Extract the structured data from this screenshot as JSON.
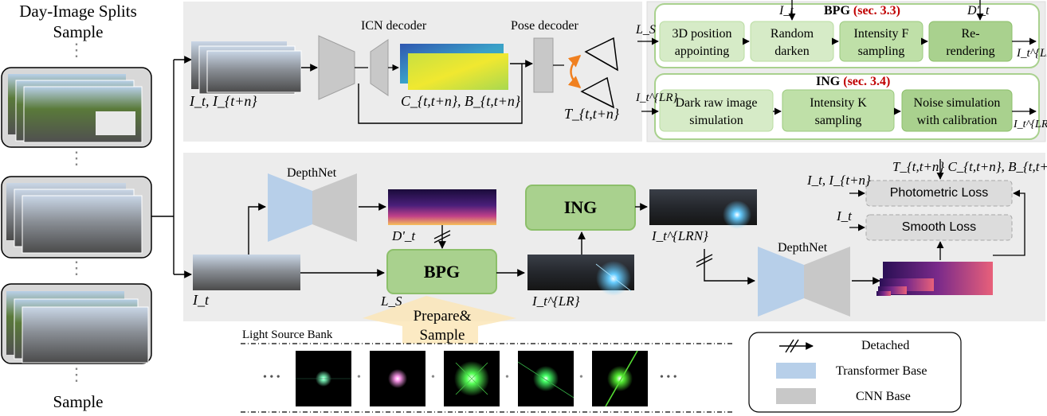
{
  "colors": {
    "panel_bg": "#ececec",
    "green_fill": "#d6ebc7",
    "green_fill_dark": "#a9d18e",
    "green_stroke": "#9bca7e",
    "transformer_blue": "#b7cfe9",
    "cnn_gray": "#c8c8c8",
    "loss_box": "#dcdcdc",
    "section_ref_red": "#c00000",
    "arrow_orange": "#f08020"
  },
  "left_column": {
    "title_line1": "Day-Image Splits",
    "title_line2": "Sample",
    "footer": "Sample",
    "ellipsis": "⋮"
  },
  "top_left": {
    "icn_decoder_label": "ICN decoder",
    "pose_decoder_label": "Pose decoder",
    "input_label": "I_t, I_{t+n}",
    "cb_label": "C_{t,t+n}, B_{t,t+n}",
    "pose_label": "T_{t,t+n}"
  },
  "bpg_panel": {
    "title": "BPG",
    "ref": "(sec. 3.3)",
    "in_label": "L_S",
    "top_input_1": "I_t",
    "top_input_2": "D'_t",
    "out_label": "I_t^{LR}",
    "steps": [
      {
        "line1": "3D position",
        "line2": "appointing"
      },
      {
        "line1": "Random",
        "line2": "darken"
      },
      {
        "line1": "Intensity F",
        "line2": "sampling"
      },
      {
        "line1": "Re-",
        "line2": "rendering"
      }
    ]
  },
  "ing_panel": {
    "title": "ING",
    "ref": "(sec. 3.4)",
    "in_label": "I_t^{LR}",
    "out_label": "I_t^{LRN}",
    "steps": [
      {
        "line1": "Dark raw image",
        "line2": "simulation"
      },
      {
        "line1": "Intensity K",
        "line2": "sampling"
      },
      {
        "line1": "Noise simulation",
        "line2": "with calibration"
      }
    ]
  },
  "main": {
    "depthnet_top": "DepthNet",
    "depthnet_right": "DepthNet",
    "depth_label": "D'_t",
    "bpg_block": "BPG",
    "ing_block": "ING",
    "input_label": "I_t",
    "ls_label": "L_S",
    "lr_label": "I_t^{LR}",
    "lrn_label": "I_t^{LRN}",
    "loss_inputs": "T_{t,t+n} C_{t,t+n}, B_{t,t+n}",
    "photo_inputs": "I_t, I_{t+n}",
    "smooth_input": "I_t",
    "photometric_loss": "Photometric Loss",
    "smooth_loss": "Smooth Loss"
  },
  "bank": {
    "title": "Light Source Bank",
    "prepare": "Prepare&",
    "sample": "Sample",
    "ellipsis": "• • •",
    "dot": "•",
    "flare_colors": [
      "#7fffc0",
      "#ff99ee",
      "#55ff55",
      "#44ff66",
      "#55ee33"
    ]
  },
  "legend": {
    "detached": "Detached",
    "transformer": "Transformer Base",
    "cnn": "CNN Base"
  }
}
